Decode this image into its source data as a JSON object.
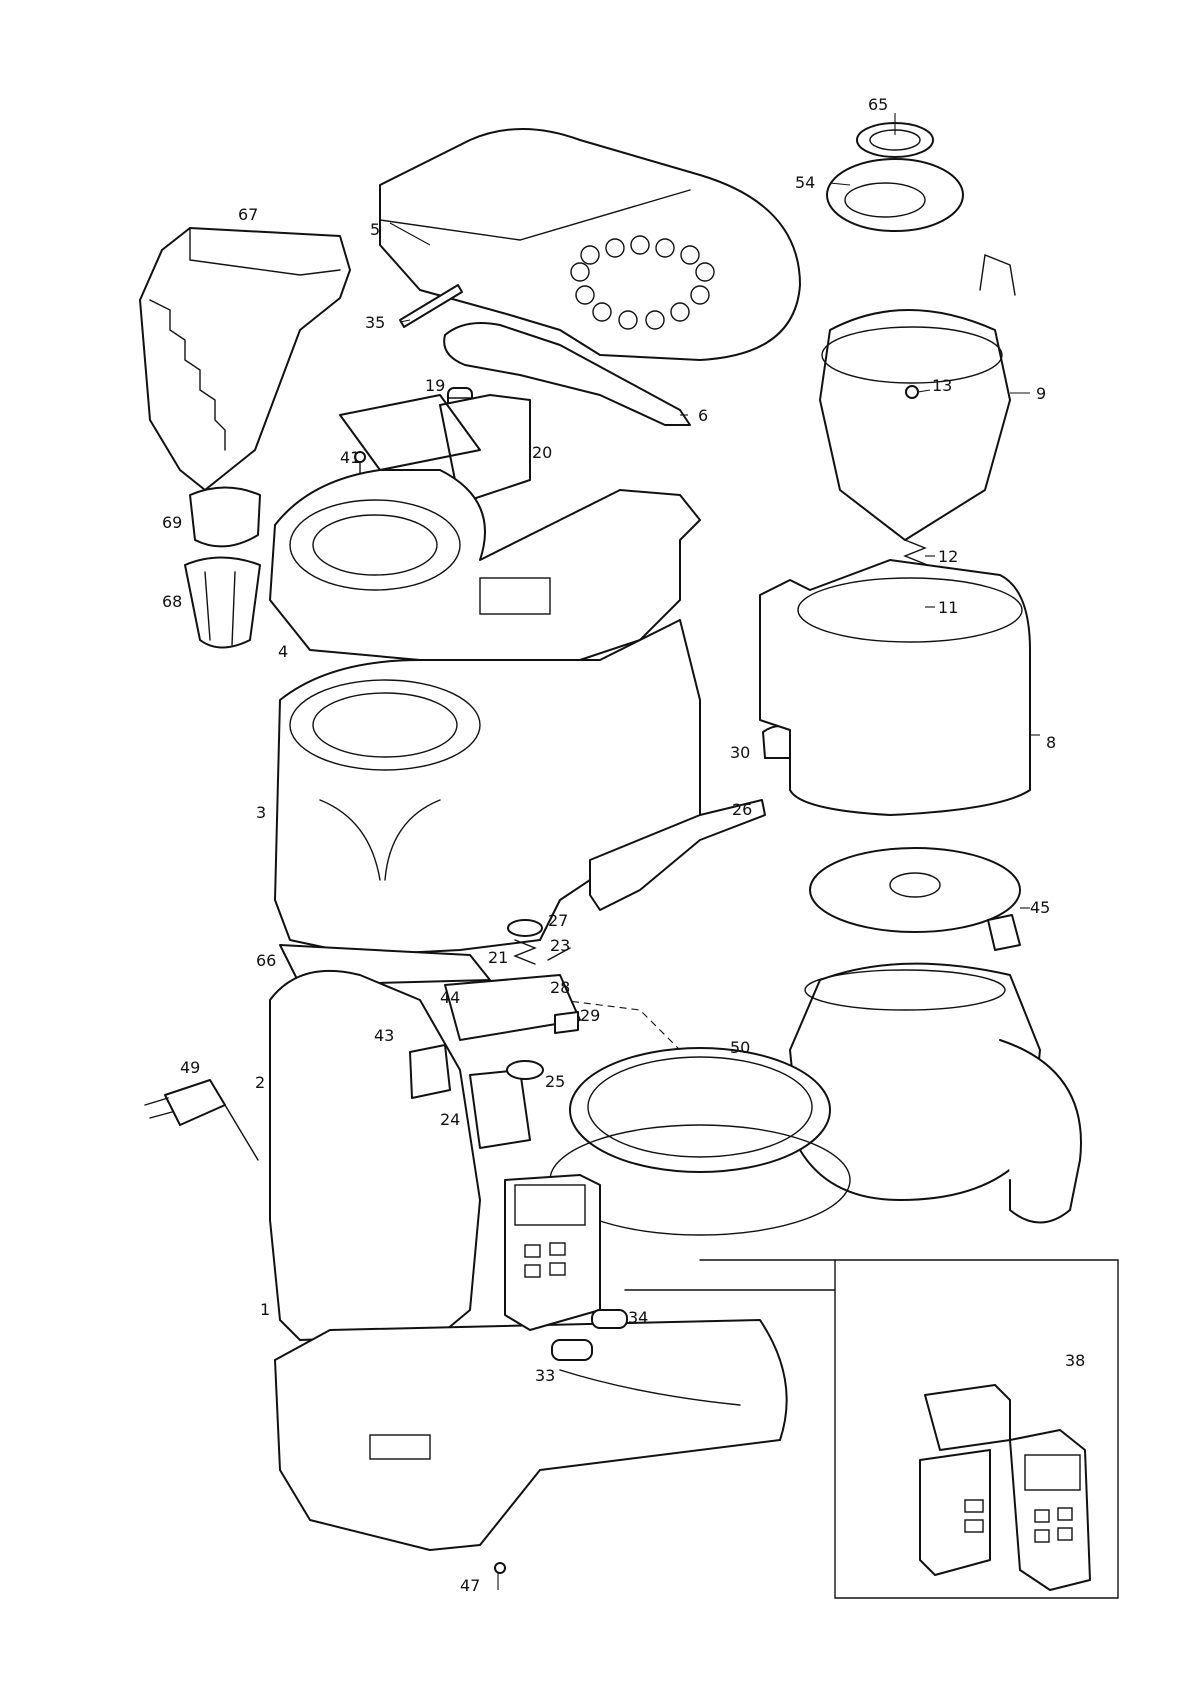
{
  "labels": {
    "p1": "1",
    "p2": "2",
    "p3": "3",
    "p4": "4",
    "p5": "5",
    "p6": "6",
    "p8": "8",
    "p9": "9",
    "p11": "11",
    "p12": "12",
    "p13": "13",
    "p19": "19",
    "p20": "20",
    "p21": "21",
    "p23": "23",
    "p24": "24",
    "p25": "25",
    "p26": "26",
    "p27": "27",
    "p28": "28",
    "p29": "29",
    "p30": "30",
    "p33": "33",
    "p34": "34",
    "p35": "35",
    "p38": "38",
    "p41": "41",
    "p43": "43",
    "p44": "44",
    "p45": "45",
    "p47": "47",
    "p49": "49",
    "p50": "50",
    "p54": "54",
    "p65": "65",
    "p66": "66",
    "p67": "67",
    "p68": "68",
    "p69": "69"
  },
  "colors": {
    "line": "#111111",
    "paper": "#ffffff"
  }
}
